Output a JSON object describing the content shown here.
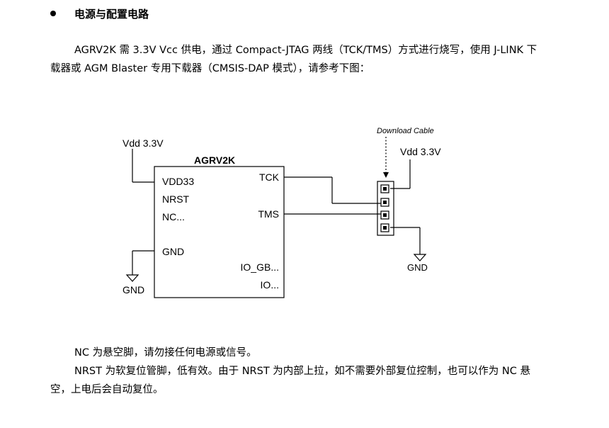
{
  "heading": {
    "text": "电源与配置电路"
  },
  "intro": {
    "text": "AGRV2K 需 3.3V Vcc 供电，通过 Compact-JTAG 两线（TCK/TMS）方式进行烧写，使用 J-LINK 下载器或 AGM Blaster 专用下载器（CMSIS-DAP 模式），请参考下图："
  },
  "diagram": {
    "chip_name": "AGRV2K",
    "left_pins": [
      "VDD33",
      "NRST",
      "NC...",
      "GND"
    ],
    "right_pins": [
      "TCK",
      "TMS",
      "IO_GB...",
      "IO..."
    ],
    "vdd_left": "Vdd 3.3V",
    "vdd_right": "Vdd 3.3V",
    "gnd_left": "GND",
    "gnd_right": "GND",
    "cable_label": "Download Cable"
  },
  "notes": {
    "nc": "NC 为悬空脚，请勿接任何电源或信号。",
    "nrst": "NRST 为软复位管脚，低有效。由于 NRST 为内部上拉，如不需要外部复位控制，也可以作为 NC 悬空，上电后会自动复位。"
  }
}
